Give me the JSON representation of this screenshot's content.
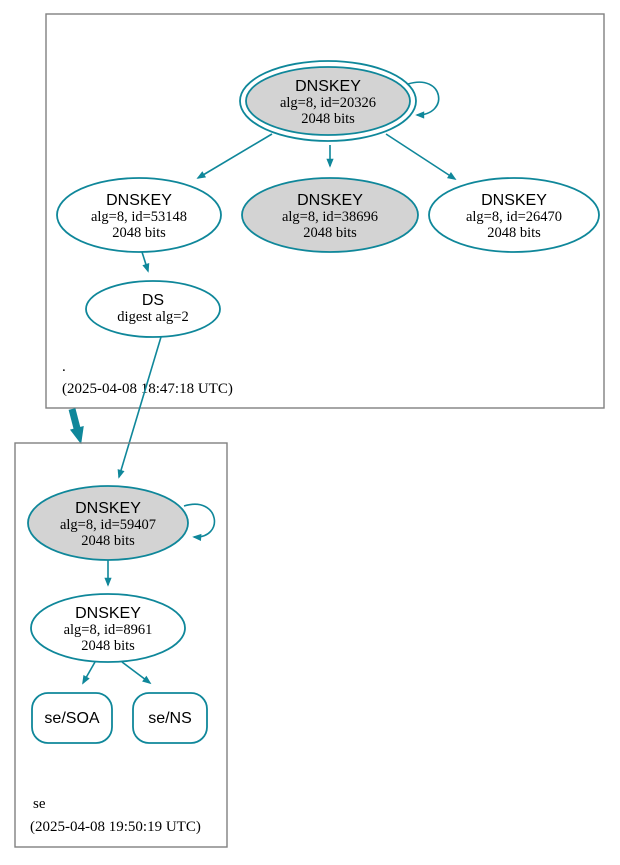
{
  "colors": {
    "edge": "#0f879a",
    "node_border": "#0f879a",
    "signing_key_fill": "#d3d3d3",
    "plain_fill": "#ffffff",
    "cluster_border": "#808080",
    "text": "#000000"
  },
  "zones": [
    {
      "label": ".",
      "timestamp": "(2025-04-08 18:47:18 UTC)",
      "nodes": [
        {
          "title": "DNSKEY",
          "detail1": "alg=8, id=20326",
          "detail2": "2048 bits",
          "fill": "#d3d3d3"
        },
        {
          "title": "DNSKEY",
          "detail1": "alg=8, id=53148",
          "detail2": "2048 bits",
          "fill": "#ffffff"
        },
        {
          "title": "DNSKEY",
          "detail1": "alg=8, id=38696",
          "detail2": "2048 bits",
          "fill": "#d3d3d3"
        },
        {
          "title": "DNSKEY",
          "detail1": "alg=8, id=26470",
          "detail2": "2048 bits",
          "fill": "#ffffff"
        },
        {
          "title": "DS",
          "detail1": "digest alg=2",
          "fill": "#ffffff"
        }
      ]
    },
    {
      "label": "se",
      "timestamp": "(2025-04-08 19:50:19 UTC)",
      "nodes": [
        {
          "title": "DNSKEY",
          "detail1": "alg=8, id=59407",
          "detail2": "2048 bits",
          "fill": "#d3d3d3"
        },
        {
          "title": "DNSKEY",
          "detail1": "alg=8, id=8961",
          "detail2": "2048 bits",
          "fill": "#ffffff"
        },
        {
          "title": "se/SOA",
          "fill": "#ffffff"
        },
        {
          "title": "se/NS",
          "fill": "#ffffff"
        }
      ]
    }
  ]
}
